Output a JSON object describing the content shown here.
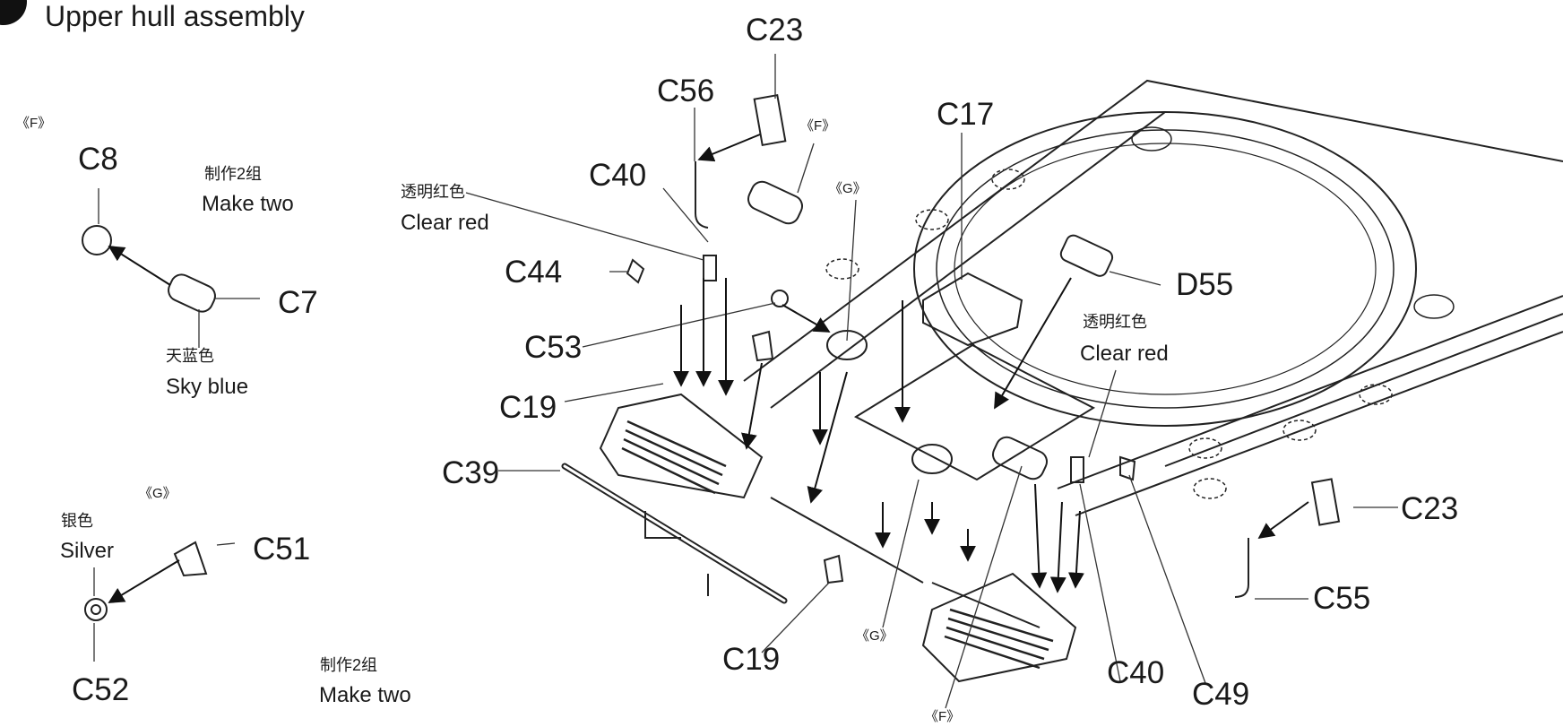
{
  "step": {
    "title": "Upper hull assembly"
  },
  "sub_f_left": "《F》",
  "sub_g_left": "《G》",
  "sub_f_top": "《F》",
  "sub_g_top": "《G》",
  "sub_g_bottom": "《G》",
  "sub_f_bottom": "《F》",
  "parts": {
    "c8": "C8",
    "c7": "C7",
    "c51": "C51",
    "c52": "C52",
    "c23_top": "C23",
    "c56": "C56",
    "c40_top": "C40",
    "c44": "C44",
    "c53": "C53",
    "c19_top": "C19",
    "c39": "C39",
    "c19_bottom": "C19",
    "c17": "C17",
    "d55": "D55",
    "c40_bottom": "C40",
    "c49": "C49",
    "c23_right": "C23",
    "c55": "C55"
  },
  "notes": {
    "make_two_1_cn": "制作2组",
    "make_two_1_en": "Make two",
    "sky_blue_cn": "天蓝色",
    "sky_blue_en": "Sky blue",
    "silver_cn": "银色",
    "silver_en": "Silver",
    "make_two_2_cn": "制作2组",
    "make_two_2_en": "Make two",
    "clear_red_1_cn": "透明红色",
    "clear_red_1_en": "Clear red",
    "clear_red_2_cn": "透明红色",
    "clear_red_2_en": "Clear red"
  }
}
